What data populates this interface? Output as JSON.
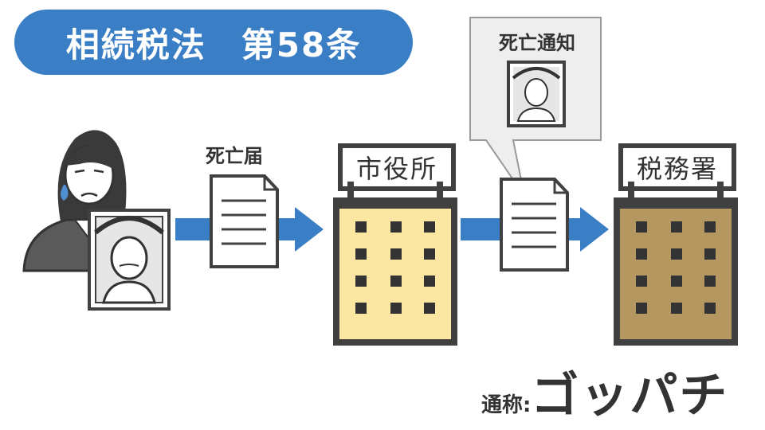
{
  "title": "相続税法　第58条",
  "labels": {
    "death_report": "死亡届",
    "death_notice": "死亡通知",
    "city_hall": "市役所",
    "tax_office": "税務署"
  },
  "caption": {
    "prefix": "通称",
    "separator": ":",
    "name": "ゴッパチ"
  },
  "colors": {
    "title_bg": "#3a7ec6",
    "arrow": "#3a7ec6",
    "city_hall_building": "#fbe6a2",
    "tax_office_building": "#b59860",
    "outline": "#404040"
  },
  "icons": [
    "grieving-woman-icon",
    "deceased-portrait-icon",
    "document-icon",
    "building-icon",
    "speech-bubble-icon"
  ]
}
